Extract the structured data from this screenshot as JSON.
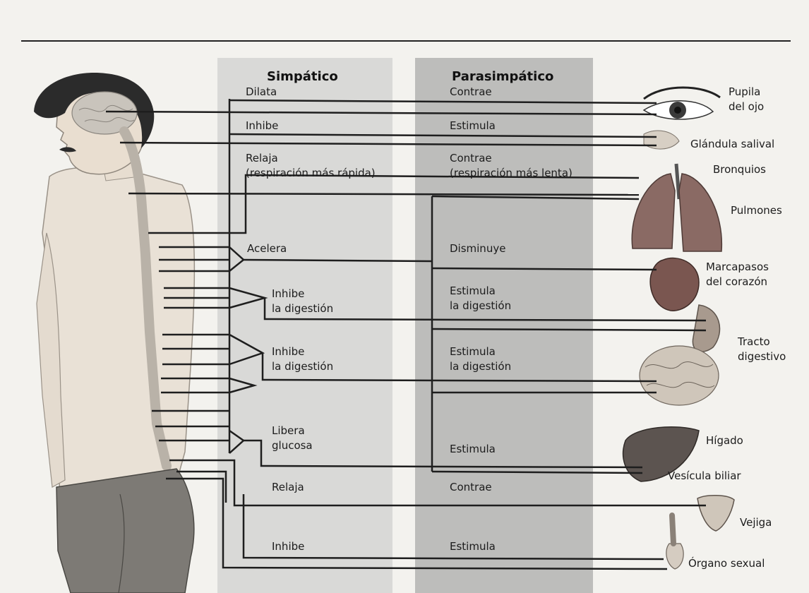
{
  "headers": {
    "sympathetic": "Simpático",
    "parasympathetic": "Parasimpático"
  },
  "sympathetic_effects": [
    {
      "line1": "Dilata",
      "line2": ""
    },
    {
      "line1": "Inhibe",
      "line2": ""
    },
    {
      "line1": "Relaja",
      "line2": "(respiración más rápida)"
    },
    {
      "line1": "Acelera",
      "line2": ""
    },
    {
      "line1": "Inhibe",
      "line2": "la digestión"
    },
    {
      "line1": "Inhibe",
      "line2": "la digestión"
    },
    {
      "line1": "Libera",
      "line2": "glucosa"
    },
    {
      "line1": "Relaja",
      "line2": ""
    },
    {
      "line1": "Inhibe",
      "line2": ""
    }
  ],
  "parasympathetic_effects": [
    {
      "line1": "Contrae",
      "line2": ""
    },
    {
      "line1": "Estimula",
      "line2": ""
    },
    {
      "line1": "Contrae",
      "line2": "(respiración más lenta)"
    },
    {
      "line1": "Disminuye",
      "line2": ""
    },
    {
      "line1": "Estimula",
      "line2": "la digestión"
    },
    {
      "line1": "Estimula",
      "line2": "la digestión"
    },
    {
      "line1": "Estimula",
      "line2": ""
    },
    {
      "line1": "Contrae",
      "line2": ""
    },
    {
      "line1": "Estimula",
      "line2": ""
    }
  ],
  "organs": [
    {
      "line1": "Pupila",
      "line2": "del ojo"
    },
    {
      "line1": "Glándula salival",
      "line2": ""
    },
    {
      "line1": "Bronquios",
      "line2": ""
    },
    {
      "line1": "Pulmones",
      "line2": ""
    },
    {
      "line1": "Marcapasos",
      "line2": "del corazón"
    },
    {
      "line1": "Tracto",
      "line2": "digestivo"
    },
    {
      "line1": "Hígado",
      "line2": ""
    },
    {
      "line1": "Vesícula biliar",
      "line2": ""
    },
    {
      "line1": "Vejiga",
      "line2": ""
    },
    {
      "line1": "Órgano sexual",
      "line2": ""
    }
  ],
  "colors": {
    "page": "#f3f2ee",
    "sympathetic_band": "#d9d9d7",
    "parasympathetic_band": "#bdbdbb",
    "lines": "#1e1e1e",
    "skin": "#e9e1d6",
    "hair": "#2b2b2b",
    "shorts": "#7d7a75",
    "brain": "#c9c4bc",
    "organ_red": "#8a6a64",
    "organ_liver": "#5c5450"
  }
}
